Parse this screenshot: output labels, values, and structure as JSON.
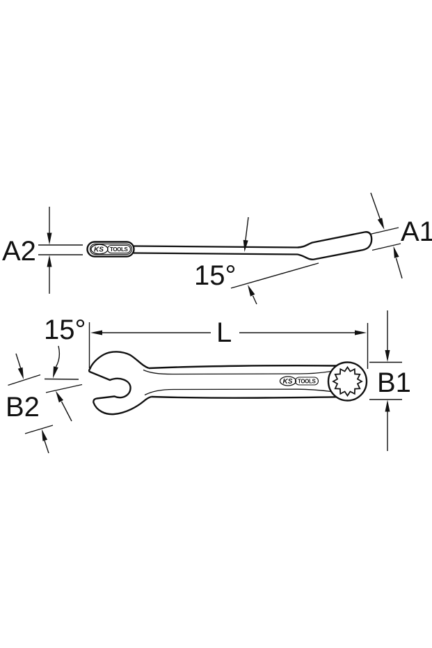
{
  "drawing": {
    "type": "technical-drawing",
    "subject": "combination-wrench-two-views",
    "colors": {
      "line": "#111111",
      "background": "#ffffff"
    },
    "brand": {
      "ks": "KS",
      "tools": "TOOLS"
    },
    "labels": {
      "a2": "A2",
      "a1": "A1",
      "angle_side_view": "15°",
      "angle_top_view": "15°",
      "length": "L",
      "b1": "B1",
      "b2": "B2"
    }
  }
}
